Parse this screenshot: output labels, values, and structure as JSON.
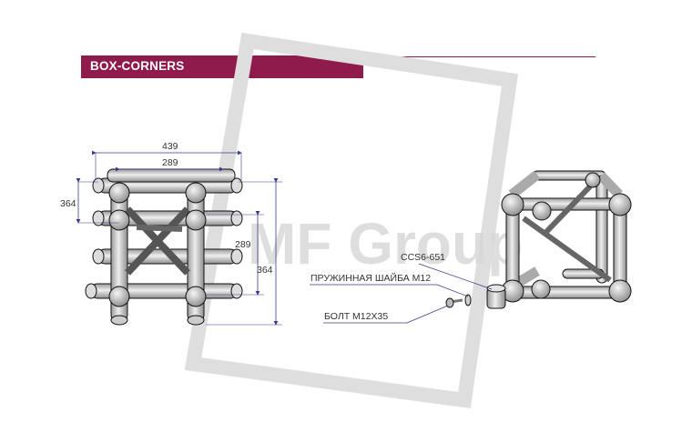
{
  "section_title": "BOX-CORNERS",
  "watermark": "MF Group",
  "dimensions": {
    "overall_width": "439",
    "inner_width": "289",
    "depth": "364",
    "inner_height": "289",
    "overall_height": "364"
  },
  "callouts": {
    "sleeve": "CCS6-651",
    "washer": "ПРУЖИННАЯ ШАЙБА М12",
    "bolt": "БОЛТ М12Х35"
  },
  "colors": {
    "accent": "#8f1a4c",
    "dimension_line": "#3b3b8a",
    "watermark": "#dcdcdc",
    "tube_fill": "#c9c9c9",
    "outline": "#111111"
  }
}
